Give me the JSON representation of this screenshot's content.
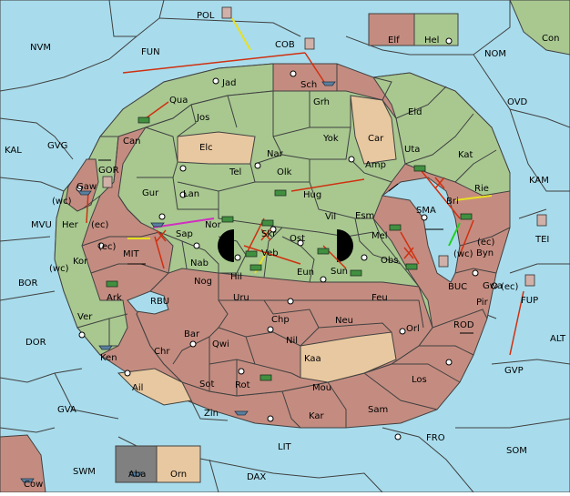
{
  "colors": {
    "sea": "#a8dcec",
    "green": "#a8c890",
    "red": "#c48c80",
    "tan": "#e8c8a0",
    "grey": "#808080",
    "border": "#404040",
    "arrow_red": "#d03010",
    "arrow_yellow": "#e8e020",
    "arrow_magenta": "#d030c0",
    "arrow_green": "#20d020",
    "unit": "#409040"
  },
  "labels": {
    "POL": "POL",
    "COB": "COB",
    "Elf": "Elf",
    "Hel": "Hel",
    "Con": "Con",
    "NVM": "NVM",
    "FUN": "FUN",
    "NOM": "NOM",
    "Jad": "Jad",
    "Sch": "Sch",
    "OVD": "OVD",
    "Qua": "Qua",
    "Grh": "Grh",
    "Jos": "Jos",
    "Eld": "Eld",
    "Can": "Can",
    "Car": "Car",
    "Yok": "Yok",
    "Elc": "Elc",
    "Nar": "Nar",
    "Uta": "Uta",
    "Kat": "Kat",
    "KAL": "KAL",
    "GVG": "GVG",
    "Amp": "Amp",
    "Tel": "Tel",
    "Olk": "Olk",
    "GOR": "GOR",
    "Gaw": "Gaw",
    "Gur": "Gur",
    "Lan": "Lan",
    "Hug": "Hug",
    "Rie": "Rie",
    "Bri": "Bri",
    "KAM": "KAM",
    "SMA": "SMA",
    "Vil": "Vil",
    "Esm": "Esm",
    "Her": "Her",
    "MVU": "MVU",
    "Nor": "Nor",
    "Skr": "Skr",
    "Mel": "Mel",
    "TEI": "TEI",
    "Sap": "Sap",
    "Ost": "Ost",
    "Veb": "Veb",
    "MIT": "MIT",
    "Kor": "Kor",
    "Nab": "Nab",
    "Obs": "Obs",
    "Byn": "Byn",
    "Hil": "Hil",
    "Eun": "Eun",
    "Sun": "Sun",
    "Gwa": "Gwa",
    "BOR": "BOR",
    "Nog": "Nog",
    "RBU": "RBU",
    "BUC": "BUC",
    "FUP": "FUP",
    "Ark": "Ark",
    "Uru": "Uru",
    "Feu": "Feu",
    "Pir": "Pir",
    "Ver": "Ver",
    "Chp": "Chp",
    "Neu": "Neu",
    "Orl": "Orl",
    "ROD": "ROD",
    "ALT": "ALT",
    "DOR": "DOR",
    "Bar": "Bar",
    "Qwi": "Qwi",
    "Nil": "Nil",
    "Chr": "Chr",
    "Ken": "Ken",
    "Kaa": "Kaa",
    "GVP": "GVP",
    "Los": "Los",
    "Sot": "Sot",
    "Rot": "Rot",
    "Ail": "Ail",
    "GVA": "GVA",
    "Mou": "Mou",
    "Sam": "Sam",
    "Zin": "Zin",
    "Kar": "Kar",
    "FRO": "FRO",
    "LIT": "LIT",
    "SOM": "SOM",
    "SWM": "SWM",
    "Aba": "Aba",
    "Orn": "Orn",
    "DAX": "DAX",
    "Cow": "Cow",
    "wc": "(wc)",
    "ec": "(ec)"
  }
}
